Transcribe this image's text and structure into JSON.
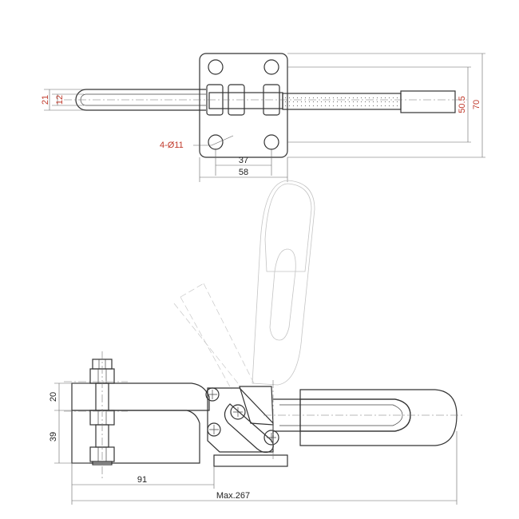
{
  "top_view": {
    "dims": {
      "d21": "21",
      "d12": "12",
      "d505": "50.5",
      "d70": "70",
      "holes": "4-Ø11",
      "d37": "37",
      "d58": "58"
    }
  },
  "side_view": {
    "dims": {
      "d20": "20",
      "d39": "39",
      "d91": "91",
      "dmax": "Max.267"
    }
  },
  "colors": {
    "line": "#333333",
    "dimension_text": "#222222",
    "red_text": "#c0392b",
    "ghost": "#c4c4c4"
  }
}
